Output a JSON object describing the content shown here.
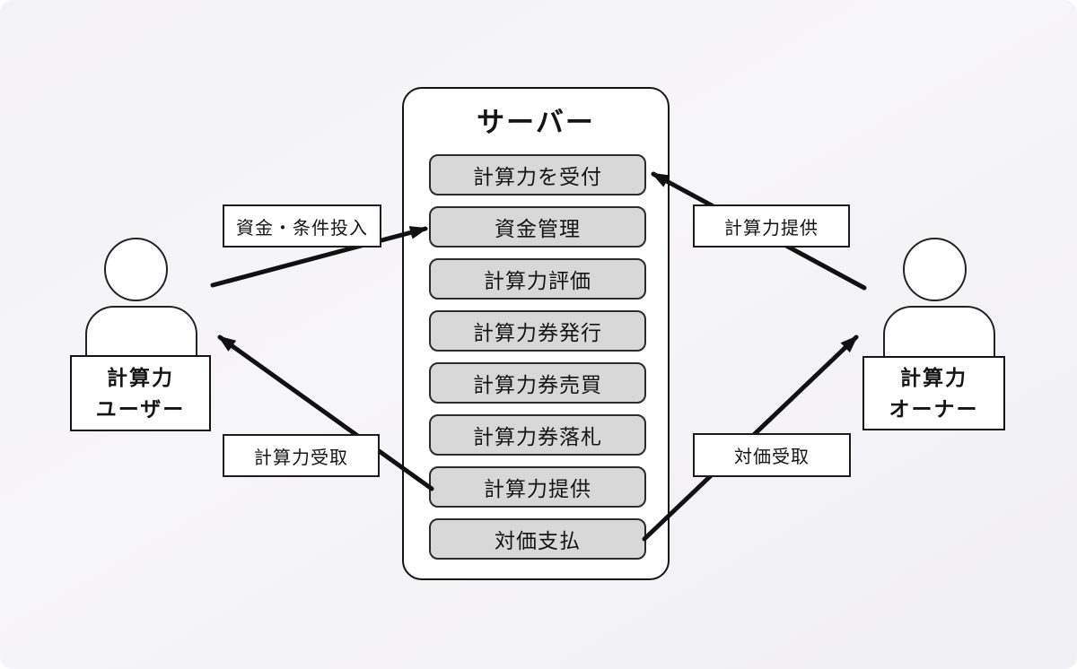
{
  "colors": {
    "background": "#f4f3f6",
    "panel": "#ffffff",
    "function_box_fill": "#d8d8d8",
    "line": "#111111",
    "border": "#2b2b2b"
  },
  "server": {
    "title": "サーバー",
    "functions": [
      "計算力を受付",
      "資金管理",
      "計算力評価",
      "計算力券発行",
      "計算力券売買",
      "計算力券落札",
      "計算力提供",
      "対価支払"
    ]
  },
  "actors": {
    "user": {
      "line1": "計算力",
      "line2": "ユーザー"
    },
    "owner": {
      "line1": "計算力",
      "line2": "オーナー"
    }
  },
  "flows": [
    {
      "label": "資金・条件投入",
      "from": "user",
      "to": "資金管理"
    },
    {
      "label": "計算力受取",
      "from": "計算力提供",
      "to": "user"
    },
    {
      "label": "計算力提供",
      "from": "owner",
      "to": "計算力を受付"
    },
    {
      "label": "対価受取",
      "from": "対価支払",
      "to": "owner"
    }
  ]
}
